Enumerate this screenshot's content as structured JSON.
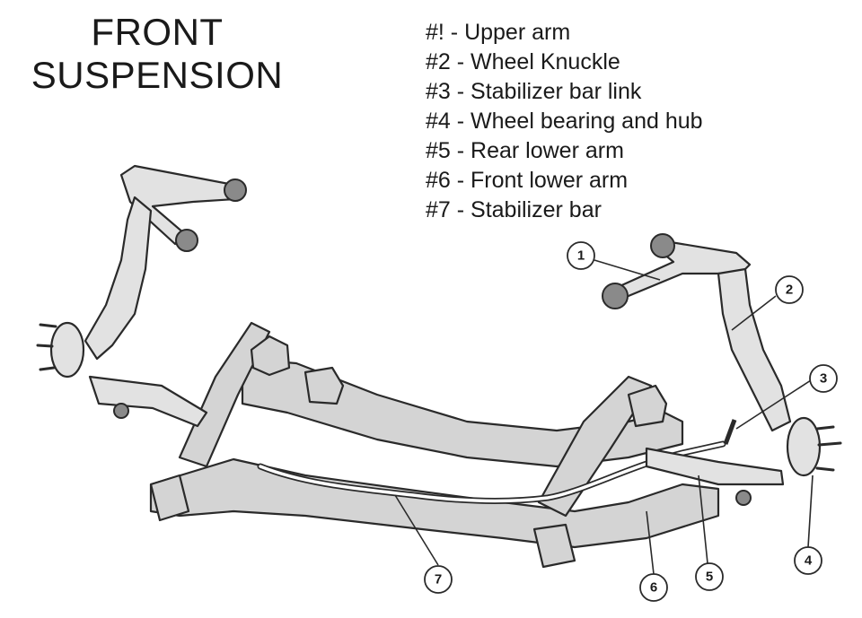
{
  "title": {
    "line1": "FRONT",
    "line2": "SUSPENSION"
  },
  "legend": [
    "#! - Upper arm",
    "#2 - Wheel Knuckle",
    "#3 - Stabilizer bar link",
    "#4 - Wheel bearing and hub",
    "#5 - Rear lower arm",
    "#6 - Front lower arm",
    "#7 - Stabilizer bar"
  ],
  "callouts": {
    "c1": "1",
    "c2": "2",
    "c3": "3",
    "c4": "4",
    "c5": "5",
    "c6": "6",
    "c7": "7"
  },
  "colors": {
    "line": "#2a2a2a",
    "shade": "#d4d4d4",
    "shade_dark": "#a8a8a8",
    "background": "#ffffff"
  }
}
